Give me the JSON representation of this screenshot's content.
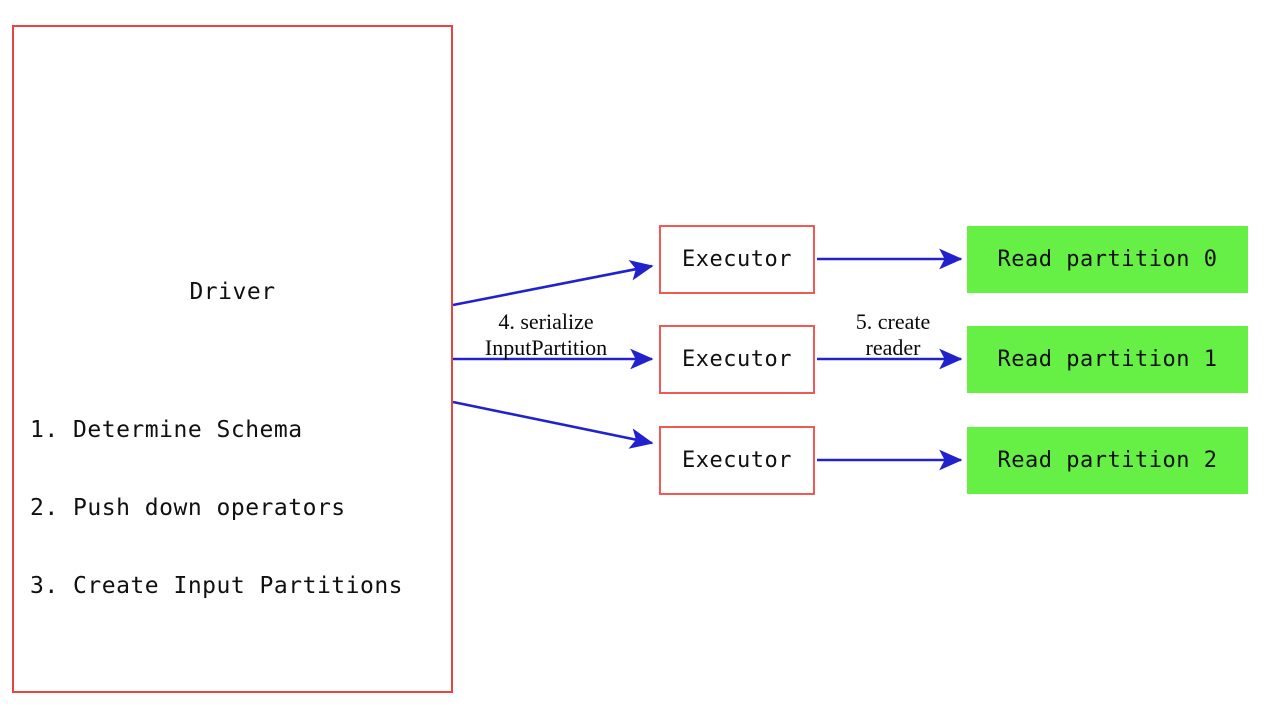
{
  "diagram": {
    "title_hidden": "Spark DataSource V2 read flow",
    "colors": {
      "box_border_red": "#e8453c",
      "executor_border_red": "#f05a52",
      "partition_green": "#66ef44",
      "arrow_blue": "#2222cc",
      "text_black": "#101010",
      "background": "#ffffff"
    },
    "driver": {
      "title": "Driver",
      "steps": [
        "1. Determine Schema",
        "2. Push down operators",
        "3. Create Input Partitions"
      ]
    },
    "executors": [
      {
        "label": "Executor"
      },
      {
        "label": "Executor"
      },
      {
        "label": "Executor"
      }
    ],
    "partitions": [
      {
        "label": "Read partition 0"
      },
      {
        "label": "Read partition 1"
      },
      {
        "label": "Read partition 2"
      }
    ],
    "edge_labels": {
      "serialize": {
        "line1": "4. serialize",
        "line2": "InputPartition"
      },
      "create_reader": {
        "line1": "5. create",
        "line2": "reader"
      }
    }
  }
}
